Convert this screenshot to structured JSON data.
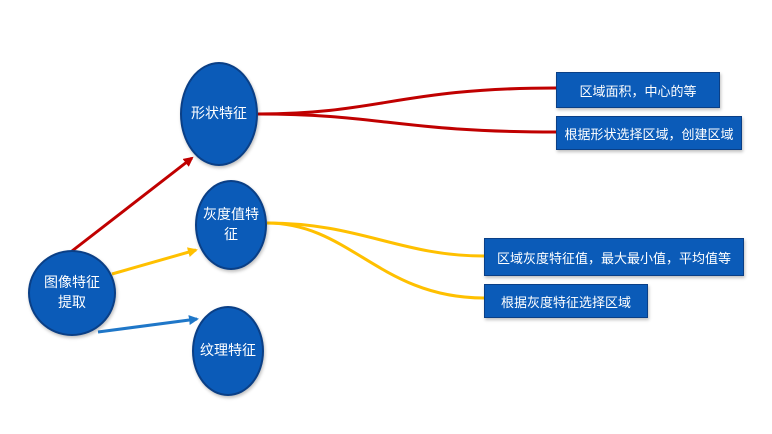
{
  "colors": {
    "node_fill": "#0b5bb8",
    "shape_branch": "#c00000",
    "gray_branch": "#ffc000",
    "texture_branch": "#1f77c8",
    "text": "#ffffff"
  },
  "root": {
    "label": "图像特征提取"
  },
  "features": [
    {
      "label": "形状特征",
      "details": [
        "区域面积，中心的等",
        "根据形状选择区域，创建区域"
      ]
    },
    {
      "label": "灰度值特征",
      "details": [
        "区域灰度特征值，最大最小值，平均值等",
        "根据灰度特征选择区域"
      ]
    },
    {
      "label": "纹理特征",
      "details": []
    }
  ]
}
